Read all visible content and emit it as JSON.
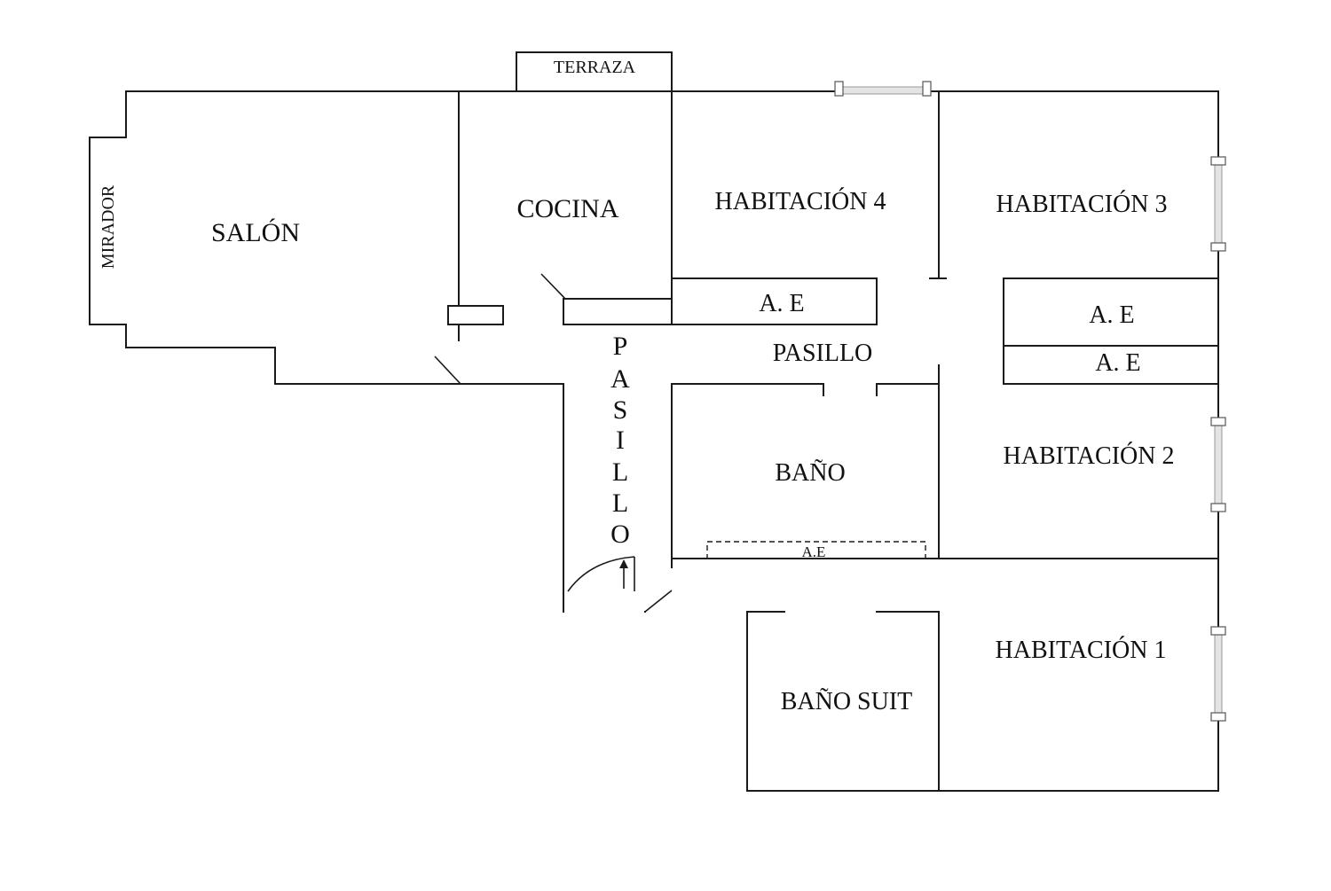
{
  "rooms": {
    "salon": "SALÓN",
    "cocina": "COCINA",
    "habitacion_4": "HABITACIÓN 4",
    "habitacion_3": "HABITACIÓN 3",
    "habitacion_2": "HABITACIÓN 2",
    "habitacion_1": "HABITACIÓN 1",
    "bano": "BAÑO",
    "bano_suit": "BAÑO SUIT",
    "pasillo": "PASILLO",
    "pasillo_vertical": [
      "P",
      "A",
      "S",
      "I",
      "L",
      "L",
      "O"
    ],
    "mirador": "MIRADOR",
    "terraza": "TERRAZA"
  },
  "closets": {
    "hab4": "A. E",
    "hab3_upper": "A. E",
    "hab3_lower": "A. E",
    "bano": "A.E"
  },
  "colors": {
    "wall": "#1a1a1a",
    "background": "#ffffff",
    "window_glass": "#e4e4e4"
  }
}
